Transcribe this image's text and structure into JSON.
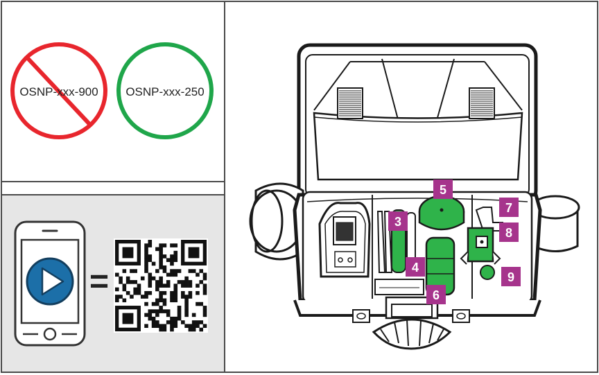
{
  "variants": {
    "invalid_label": "OSNP-xxx-900",
    "valid_label": "OSNP-xxx-250",
    "invalid_color": "#e8262d",
    "valid_color": "#1fa64a"
  },
  "video": {
    "equals_sign": "=",
    "phone_icon": "smartphone-play-icon",
    "qr_icon": "qr-code-icon",
    "play_color": "#1c6fa8"
  },
  "case": {
    "badge_color": "#a6348c",
    "accent_color": "#2fb34a",
    "callouts": [
      {
        "label": "3"
      },
      {
        "label": "4"
      },
      {
        "label": "5"
      },
      {
        "label": "6"
      },
      {
        "label": "7"
      },
      {
        "label": "8"
      },
      {
        "label": "9"
      }
    ]
  }
}
